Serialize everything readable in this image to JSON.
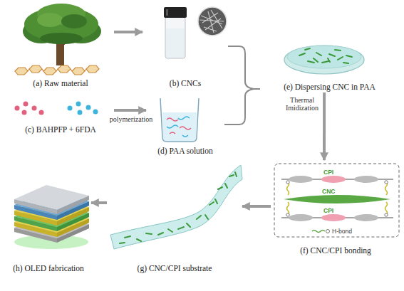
{
  "diagram": {
    "nodes": [
      {
        "text": [
          "(a) Raw material"
        ]
      },
      {
        "text": [
          "(b) CNCs"
        ]
      },
      {
        "text": [
          "(c) BAHPFP + 6FDA"
        ]
      },
      {
        "text": [
          "(d) PAA solution"
        ]
      },
      {
        "text": [
          "(e) Dispersing CNC in PAA"
        ]
      },
      {
        "text": [
          "(f) CNC/CPI bonding"
        ]
      },
      {
        "text": [
          "(g) CNC/CPI substrate"
        ]
      },
      {
        "text": [
          "(h) OLED fabrication"
        ]
      }
    ],
    "edges": [
      {
        "from": 0,
        "to": 1,
        "arrow": "to"
      },
      {
        "from": 2,
        "to": 3,
        "label": "polymerization",
        "arrow": "to"
      },
      {
        "from": 1,
        "to": 4,
        "arrow": "none"
      },
      {
        "from": 3,
        "to": 4,
        "arrow": "none"
      },
      {
        "from": 4,
        "to": 5,
        "label": "Thermal Imidization",
        "arrow": "to"
      },
      {
        "from": 5,
        "to": 6,
        "arrow": "to"
      },
      {
        "from": 6,
        "to": 7,
        "arrow": "to"
      }
    ],
    "labels": [
      "CPI",
      "CNC",
      "CPI"
    ],
    "legend": [
      {
        "text": "H-bond"
      }
    ]
  }
}
